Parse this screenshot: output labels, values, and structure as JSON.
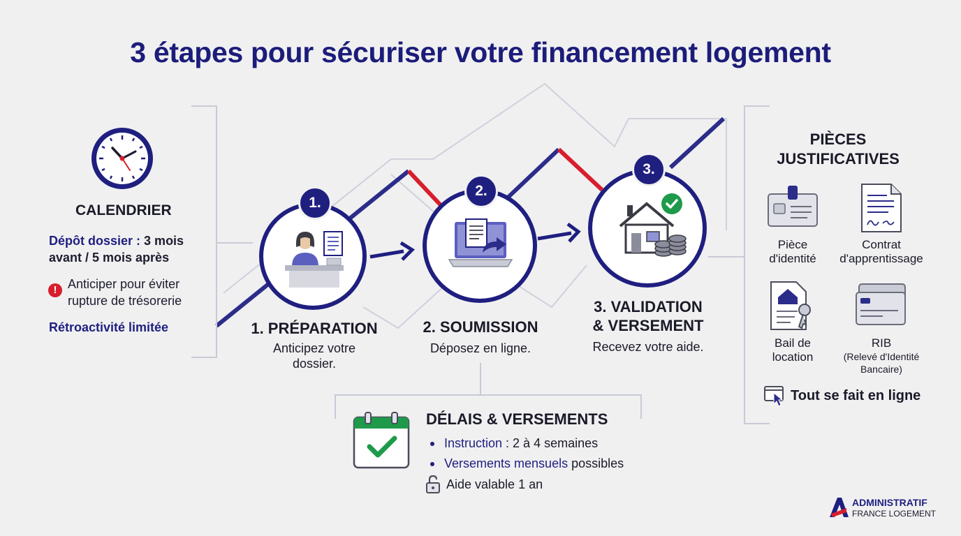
{
  "title": "3 étapes pour sécuriser votre financement logement",
  "calendar": {
    "icon": "clock-icon",
    "title": "CALENDRIER",
    "deposit_label": "Dépôt dossier :",
    "deposit_value_1": "3 mois",
    "deposit_value_2": "avant / 5 mois après",
    "warning_line1": "Anticiper pour éviter",
    "warning_line2": "rupture de trésorerie",
    "retro": "Rétroactivité limitée"
  },
  "steps": [
    {
      "number": "1.",
      "title": "1. PRÉPARATION",
      "desc_line1": "Anticipez votre",
      "desc_line2": "dossier.",
      "icon": "desk-person-icon"
    },
    {
      "number": "2.",
      "title": "2. SOUMISSION",
      "desc_line1": "Déposez en ligne.",
      "icon": "laptop-upload-icon"
    },
    {
      "number": "3.",
      "title_line1": "3. VALIDATION",
      "title_line2": "& VERSEMENT",
      "desc_line1": "Recevez votre aide.",
      "icon": "house-coins-icon"
    }
  ],
  "documents": {
    "title_line1": "PIÈCES",
    "title_line2": "JUSTIFICATIVES",
    "items": [
      {
        "line1": "Pièce",
        "line2": "d'identité",
        "icon": "id-card-icon"
      },
      {
        "line1": "Contrat",
        "line2": "d'apprentissage",
        "icon": "contract-icon"
      },
      {
        "line1": "Bail de",
        "line2": "location",
        "icon": "lease-key-icon"
      },
      {
        "line1": "RIB",
        "line2": "(Relevé d'Identité",
        "line3": "Bancaire)",
        "icon": "bank-card-icon"
      }
    ],
    "online": "Tout se fait en ligne"
  },
  "delays": {
    "title": "DÉLAIS & VERSEMENTS",
    "instruction_label": "Instruction",
    "instruction_value": " : 2 à 4 semaines",
    "payments_label": "Versements mensuels",
    "payments_value": " possibles",
    "validity": "Aide valable 1 an"
  },
  "brand": {
    "line1": "ADMINISTRATIF",
    "line2": "FRANCE LOGEMENT"
  },
  "colors": {
    "navy": "#1f1f80",
    "red": "#d81e2c",
    "green": "#1e9a4a",
    "gray_line": "#c8cad6"
  }
}
